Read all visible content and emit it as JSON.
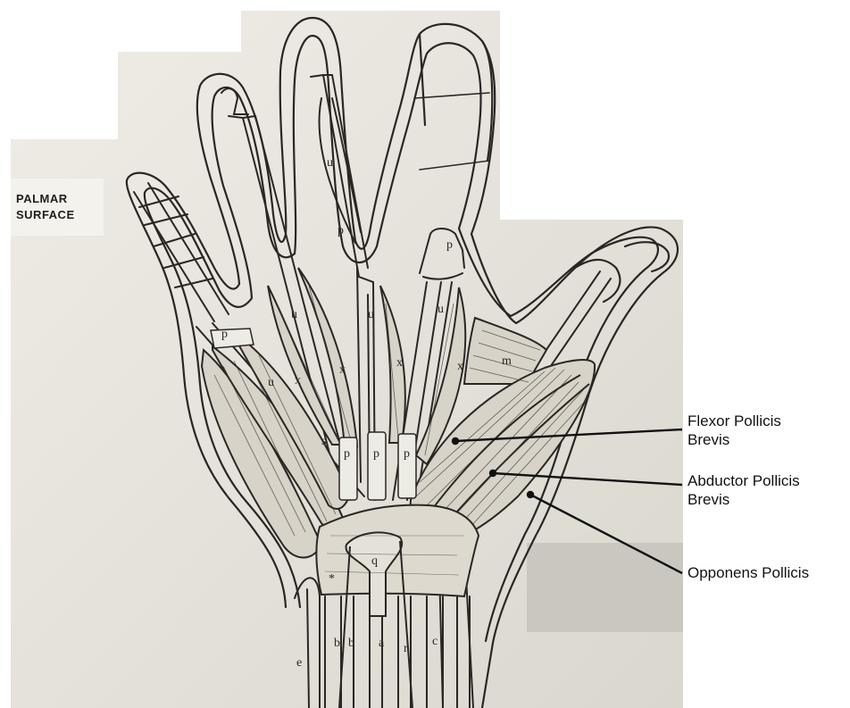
{
  "section_label": {
    "line1": "PALMAR",
    "line2": "SURFACE"
  },
  "callouts": [
    {
      "line1": "Flexor Pollicis",
      "line2": "Brevis"
    },
    {
      "line1": "Abductor Pollicis",
      "line2": "Brevis"
    },
    {
      "line1": "Opponens Pollicis",
      "line2": ""
    }
  ],
  "drawing_letters": {
    "u": "u",
    "p": "p",
    "x": "x",
    "m": "m",
    "q": "q",
    "a": "a",
    "b": "b",
    "c": "c",
    "e": "e",
    "r": "r",
    "s": "s",
    "star": "*"
  },
  "colors": {
    "paper": "#e9e7dd",
    "paper_shadow": "#d6d4ca",
    "ink": "#2a2624",
    "muscle_fill": "#d7d3c8",
    "background": "#ffffff"
  }
}
